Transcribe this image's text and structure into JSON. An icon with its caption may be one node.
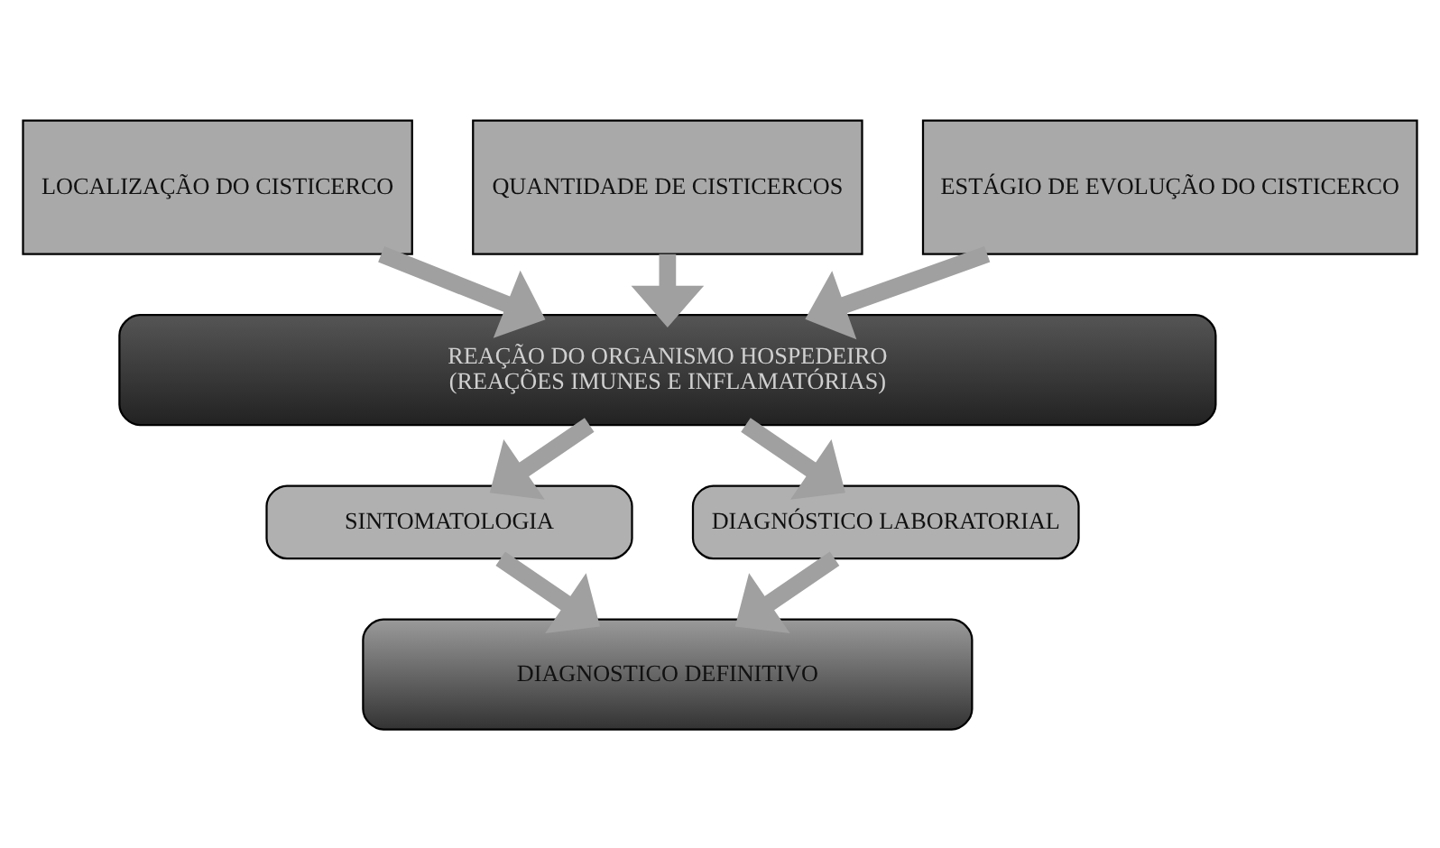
{
  "diagram": {
    "nodes": [
      {
        "text": [
          "LOCALIZAÇÃO DO CISTICERCO"
        ]
      },
      {
        "text": [
          "QUANTIDADE DE CISTICERCOS"
        ]
      },
      {
        "text": [
          "ESTÁGIO DE EVOLUÇÃO DO CISTICERCO"
        ]
      },
      {
        "text": [
          "REAÇÃO DO ORGANISMO HOSPEDEIRO",
          "(REAÇÕES IMUNES E INFLAMATÓRIAS)"
        ]
      },
      {
        "text": [
          "SINTOMATOLOGIA"
        ]
      },
      {
        "text": [
          "DIAGNÓSTICO LABORATORIAL"
        ]
      },
      {
        "text": [
          "DIAGNOSTICO DEFINITIVO"
        ]
      }
    ],
    "edges": [
      {
        "from": 0,
        "to": 3,
        "arrow": "to"
      },
      {
        "from": 1,
        "to": 3,
        "arrow": "to"
      },
      {
        "from": 2,
        "to": 3,
        "arrow": "to"
      },
      {
        "from": 3,
        "to": 4,
        "arrow": "to"
      },
      {
        "from": 3,
        "to": 5,
        "arrow": "to"
      },
      {
        "from": 4,
        "to": 6,
        "arrow": "to"
      },
      {
        "from": 5,
        "to": 6,
        "arrow": "to"
      }
    ]
  }
}
